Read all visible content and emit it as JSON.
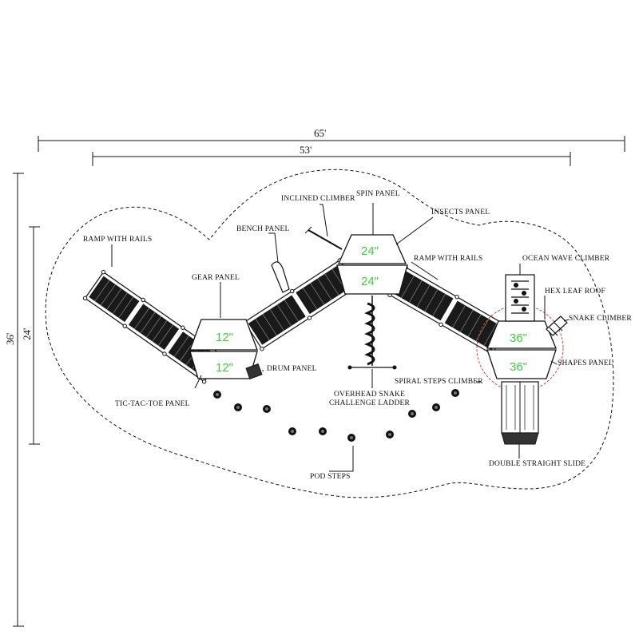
{
  "dimensions": {
    "overall_width": "65'",
    "inner_width": "53'",
    "overall_depth": "36'",
    "inner_depth": "24'"
  },
  "labels": {
    "spin_panel": "SPIN PANEL",
    "inclined_climber": "INCLINED CLIMBER",
    "insects_panel": "INSECTS PANEL",
    "bench_panel": "BENCH PANEL",
    "ramp_with_rails_left": "RAMP WITH RAILS",
    "ramp_with_rails_right": "RAMP WITH RAILS",
    "ocean_wave_climber": "OCEAN WAVE CLIMBER",
    "gear_panel": "GEAR PANEL",
    "hex_leaf_roof": "HEX LEAF ROOF",
    "snake_climber": "SNAKE CLIMBER",
    "drum_panel": "DRUM PANEL",
    "shapes_panel": "SHAPES PANEL",
    "spiral_steps_climber": "SPIRAL STEPS CLIMBER",
    "tic_tac_toe_panel": "TIC-TAC-TOE PANEL",
    "overhead_snake_line1": "OVERHEAD SNAKE",
    "overhead_snake_line2": "CHALLENGE LADDER",
    "double_straight_slide": "DOUBLE STRAIGHT SLIDE",
    "pod_steps": "POD STEPS"
  },
  "deck_heights": {
    "left_upper": "12\"",
    "left_lower": "12\"",
    "center_upper": "24\"",
    "center_lower": "24\"",
    "right_upper": "36\"",
    "right_lower": "36\""
  },
  "colors": {
    "line": "#111111",
    "deck_height_text": "#3ccf3c",
    "highlight_circle": "#d04040"
  }
}
